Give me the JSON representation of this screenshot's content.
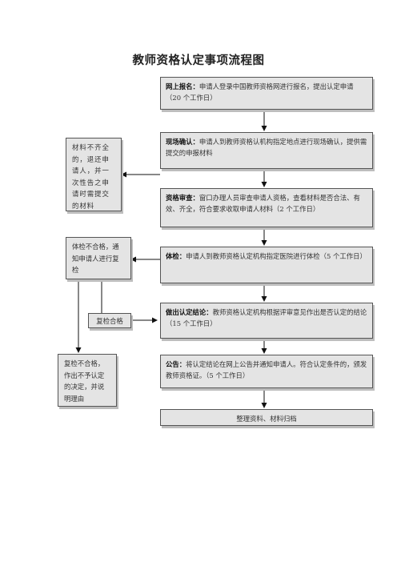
{
  "title": "教师资格认定事项流程图",
  "steps": [
    {
      "heading": "网上报名：",
      "text": "申请人登录中国教师资格网进行报名，提出认定申请（20 个工作日）"
    },
    {
      "heading": "现场确认：",
      "text": "申请人到教师资格认机构指定地点进行现场确认，提供需提交的申报材料"
    },
    {
      "heading": "资格审查：",
      "text": "窗口办理人员审查申请人资格，查看材料是否合法、有效、齐全，符合要求收取申请人材料（2 个工作日）"
    },
    {
      "heading": "体检：",
      "text": "申请人到教师资格认定机构指定医院进行体检（5 个工作日）"
    },
    {
      "heading": "做出认定结论：",
      "text": "教师资格认定机构根据评审意见作出是否认定的结论（15 个工作日）"
    },
    {
      "heading": "公告：",
      "text": "将认定结论在网上公告并通知申请人。符合认定条件的，颁发教师资格证。（5 个工作日）"
    }
  ],
  "final_step": "整理资料、材料归档",
  "side_notes": {
    "materials": "材料不齐全的，退还申请人，并一次性告之申请时需提交的材料",
    "medical_fail": "体检不合格，通知申请人进行复检",
    "recheck_pass": "复检合格",
    "recheck_fail": "复检不合格，作出不予认定的决定，并说明理由"
  }
}
